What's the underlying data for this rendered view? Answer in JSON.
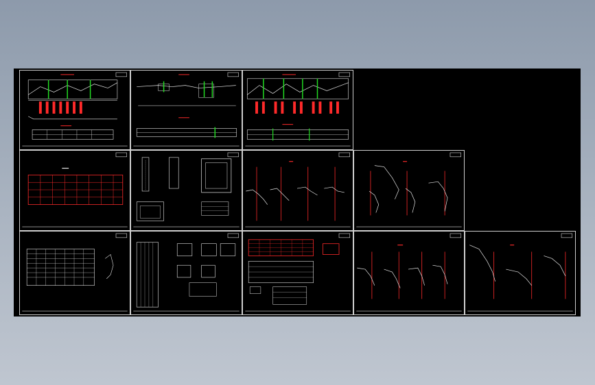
{
  "viewer": {
    "background_top": "#8d9aab",
    "background_bottom": "#bfc6d0",
    "model_space_color": "#000000"
  },
  "colors": {
    "frame": "#cfcfcf",
    "red": "#ff2a2a",
    "green": "#22dd22",
    "white": "#e8e8e8",
    "magenta": "#ff40ff"
  },
  "sheets": [
    {
      "id": "sheet-1",
      "kind": "profile"
    },
    {
      "id": "sheet-2",
      "kind": "profile-long"
    },
    {
      "id": "sheet-3",
      "kind": "profile"
    },
    {
      "id": "sheet-4",
      "kind": "red-table"
    },
    {
      "id": "sheet-5",
      "kind": "box-section"
    },
    {
      "id": "sheet-6",
      "kind": "slope-lines"
    },
    {
      "id": "sheet-7",
      "kind": "slope-lines"
    },
    {
      "id": "sheet-8",
      "kind": "data-table"
    },
    {
      "id": "sheet-9",
      "kind": "rebar-details"
    },
    {
      "id": "sheet-10",
      "kind": "quantity-table"
    },
    {
      "id": "sheet-11",
      "kind": "slope-lines"
    },
    {
      "id": "sheet-12",
      "kind": "slope-lines"
    }
  ]
}
